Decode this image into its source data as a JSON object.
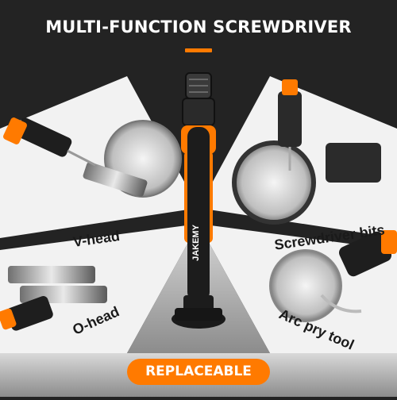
{
  "title": "MULTI-FUNCTION SCREWDRIVER",
  "brand": "JAKEMY",
  "labels": {
    "v_head": "V-head",
    "o_head": "O-head",
    "screwdriver_bits": "Screwdriver bits",
    "arc_pry_tool": "Arc pry tool"
  },
  "badge": "REPLACEABLE",
  "colors": {
    "accent": "#ff7a00",
    "background": "#232323",
    "panel": "#f2f2f2",
    "handle": "#1c1c1c"
  }
}
